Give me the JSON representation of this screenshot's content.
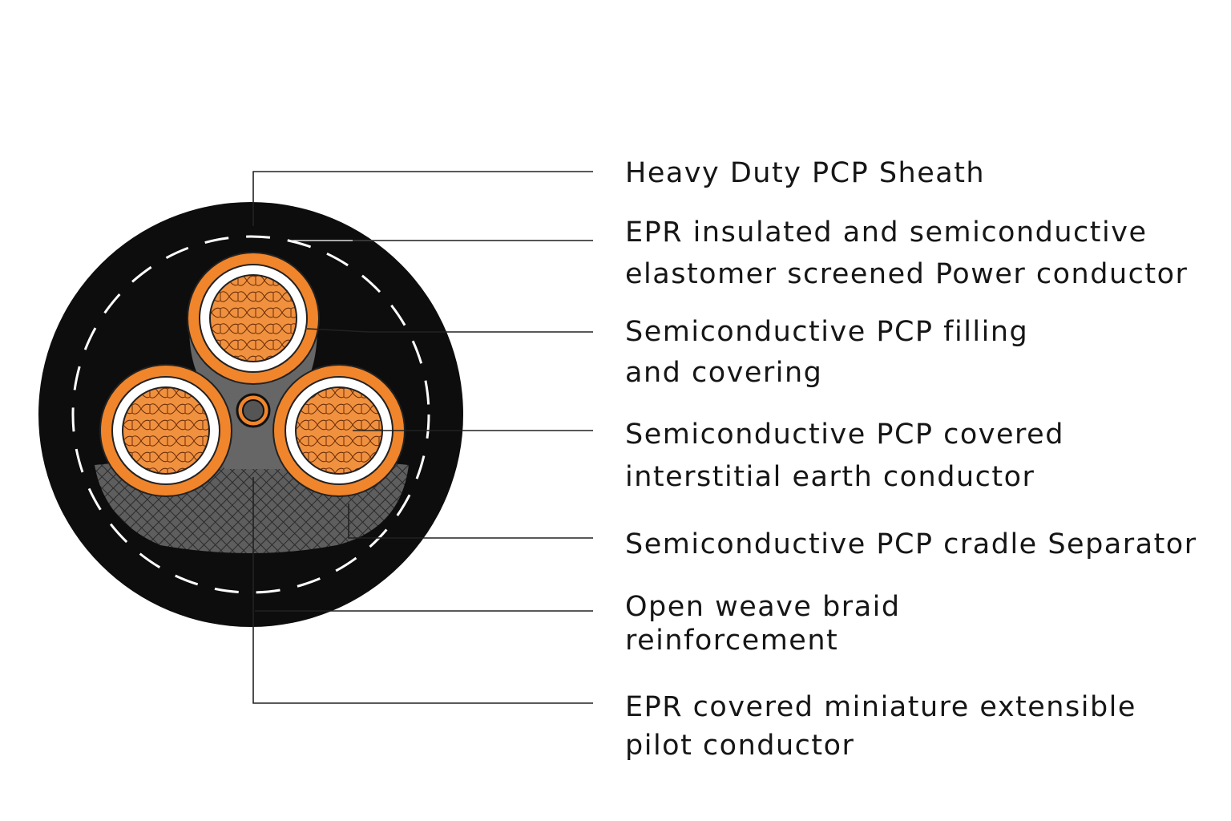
{
  "title": "Cable cross-section",
  "colors": {
    "sheath": "#0d0d0d",
    "insulation": "#f0852b",
    "copper": "#f0913f",
    "screen": "#ffffff",
    "filling": "#666666",
    "braid": "#5a5a5a"
  },
  "labels": [
    {
      "lines": [
        "Heavy Duty PCP Sheath"
      ]
    },
    {
      "lines": [
        "EPR insulated and semiconductive",
        "elastomer screened Power conductor"
      ]
    },
    {
      "lines": [
        "Semiconductive PCP filling",
        "and covering"
      ]
    },
    {
      "lines": [
        "Semiconductive PCP covered",
        "interstitial earth conductor"
      ]
    },
    {
      "lines": [
        "Semiconductive PCP cradle Separator"
      ]
    },
    {
      "lines": [
        "Open weave braid",
        "reinforcement"
      ]
    },
    {
      "lines": [
        "EPR covered miniature extensible",
        "pilot conductor"
      ]
    }
  ]
}
